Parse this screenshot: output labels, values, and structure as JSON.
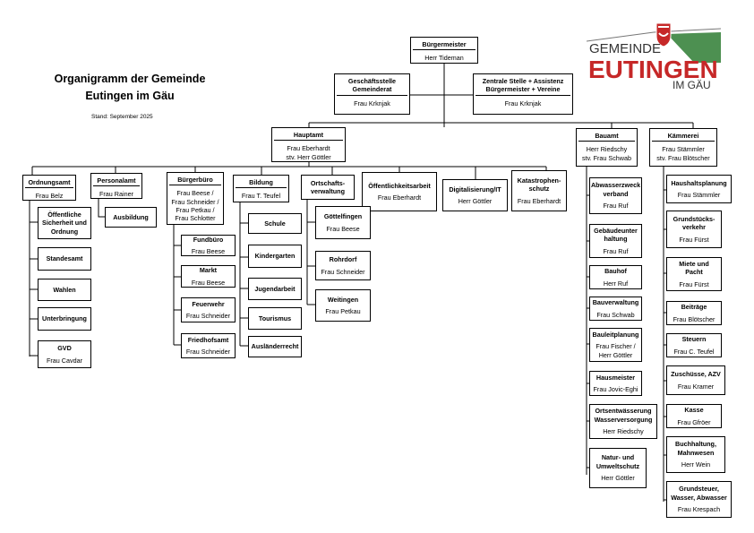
{
  "header": {
    "title_line1": "Organigramm der Gemeinde",
    "title_line2": "Eutingen im Gäu",
    "stand": "Stand: September 2025"
  },
  "logo": {
    "line1": "GEMEINDE",
    "line2": "EUTINGEN",
    "line3": "IM GÄU",
    "colors": {
      "green": "#2e7d32",
      "red": "#c62828",
      "dark": "#333333"
    }
  },
  "boxes": {
    "buergermeister": {
      "title": "Bürgermeister",
      "name": "Herr Tideman"
    },
    "geschaeftsstelle": {
      "title": "Geschäftsstelle\nGemeinderat",
      "name": "Frau Krknjak"
    },
    "zentrale": {
      "title": "Zentrale Stelle + Assistenz\nBürgermeister + Vereine",
      "name": "Frau Krknjak"
    },
    "hauptamt": {
      "title": "Hauptamt",
      "name": "Frau Eberhardt\nstv. Herr Göttler"
    },
    "bauamt": {
      "title": "Bauamt",
      "name": "Herr Riedschy\nstv. Frau Schwab"
    },
    "kaemmerei": {
      "title": "Kämmerei",
      "name": "Frau Stämmler\nstv. Frau Blötscher"
    },
    "ordnungsamt": {
      "title": "Ordnungsamt",
      "name": "Frau Belz"
    },
    "oeff_sicherheit": {
      "title": "Öffentliche\nSicherheit und\nOrdnung",
      "name": ""
    },
    "standesamt": {
      "title": "Standesamt",
      "name": ""
    },
    "wahlen": {
      "title": "Wahlen",
      "name": ""
    },
    "unterbringung": {
      "title": "Unterbringung",
      "name": ""
    },
    "gvd": {
      "title": "GVD",
      "name": "Frau Cavdar"
    },
    "personalamt": {
      "title": "Personalamt",
      "name": "Frau Rainer"
    },
    "ausbildung": {
      "title": "Ausbildung",
      "name": ""
    },
    "buergerbuero": {
      "title": "Bürgerbüro",
      "name": "Frau Beese /\nFrau Schneider /\nFrau Petkau /\nFrau Schlotter"
    },
    "fundbuero": {
      "title": "Fundbüro",
      "name": "Frau Beese"
    },
    "markt": {
      "title": "Markt",
      "name": "Frau Beese"
    },
    "feuerwehr": {
      "title": "Feuerwehr",
      "name": "Frau Schneider"
    },
    "friedhofsamt": {
      "title": "Friedhofsamt",
      "name": "Frau Schneider"
    },
    "bildung": {
      "title": "Bildung",
      "name": "Frau T. Teufel"
    },
    "schule": {
      "title": "Schule",
      "name": ""
    },
    "kindergarten": {
      "title": "Kindergarten",
      "name": ""
    },
    "jugendarbeit": {
      "title": "Jugendarbeit",
      "name": ""
    },
    "tourismus": {
      "title": "Tourismus",
      "name": ""
    },
    "auslaenderrecht": {
      "title": "Ausländerrecht",
      "name": ""
    },
    "ortschaftsverwaltung": {
      "title": "Ortschafts-\nverwaltung",
      "name": ""
    },
    "goettelfingen": {
      "title": "Göttelfingen",
      "name": "Frau Beese"
    },
    "rohrdorf": {
      "title": "Rohrdorf",
      "name": "Frau Schneider"
    },
    "weitingen": {
      "title": "Weitingen",
      "name": "Frau Petkau"
    },
    "oeffentlichkeitsarbeit": {
      "title": "Öffentlichkeitsarbeit",
      "name": "Frau Eberhardt"
    },
    "digitalisierung": {
      "title": "Digitalisierung/IT",
      "name": "Herr Göttler"
    },
    "katastrophenschutz": {
      "title": "Katastrophen-\nschutz",
      "name": "Frau Eberhardt"
    },
    "abwasserzweckverband": {
      "title": "Abwasserzweck\nverband",
      "name": "Frau Ruf"
    },
    "gebaeudeunterhaltung": {
      "title": "Gebäudeunter\nhaltung",
      "name": "Frau Ruf"
    },
    "bauhof": {
      "title": "Bauhof",
      "name": "Herr Ruf"
    },
    "bauverwaltung": {
      "title": "Bauverwaltung",
      "name": "Frau Schwab"
    },
    "bauleitplanung": {
      "title": "Bauleitplanung",
      "name": "Frau Fischer /\nHerr Göttler"
    },
    "hausmeister": {
      "title": "Hausmeister",
      "name": "Frau Jovic-Eghi"
    },
    "ortsentwaesserung": {
      "title": "Ortsentwässerung\nWasserversorgung",
      "name": "Herr Riedschy"
    },
    "natur": {
      "title": "Natur- und\nUmweltschutz",
      "name": "Herr Göttler"
    },
    "haushaltsplanung": {
      "title": "Haushaltsplanung",
      "name": "Frau Stämmler"
    },
    "grundstuecksverkehr": {
      "title": "Grundstücks-\nverkehr",
      "name": "Frau Fürst"
    },
    "miete": {
      "title": "Miete und\nPacht",
      "name": "Frau Fürst"
    },
    "beitraege": {
      "title": "Beiträge",
      "name": "Frau Blötscher"
    },
    "steuern": {
      "title": "Steuern",
      "name": "Frau C. Teufel"
    },
    "zuschuesse": {
      "title": "Zuschüsse, AZV",
      "name": "Frau Kramer"
    },
    "kasse": {
      "title": "Kasse",
      "name": "Frau Gfröer"
    },
    "buchhaltung": {
      "title": "Buchhaltung,\nMahnwesen",
      "name": "Herr Wein"
    },
    "grundsteuer": {
      "title": "Grundsteuer,\nWasser, Abwasser",
      "name": "Frau Krespach"
    }
  }
}
